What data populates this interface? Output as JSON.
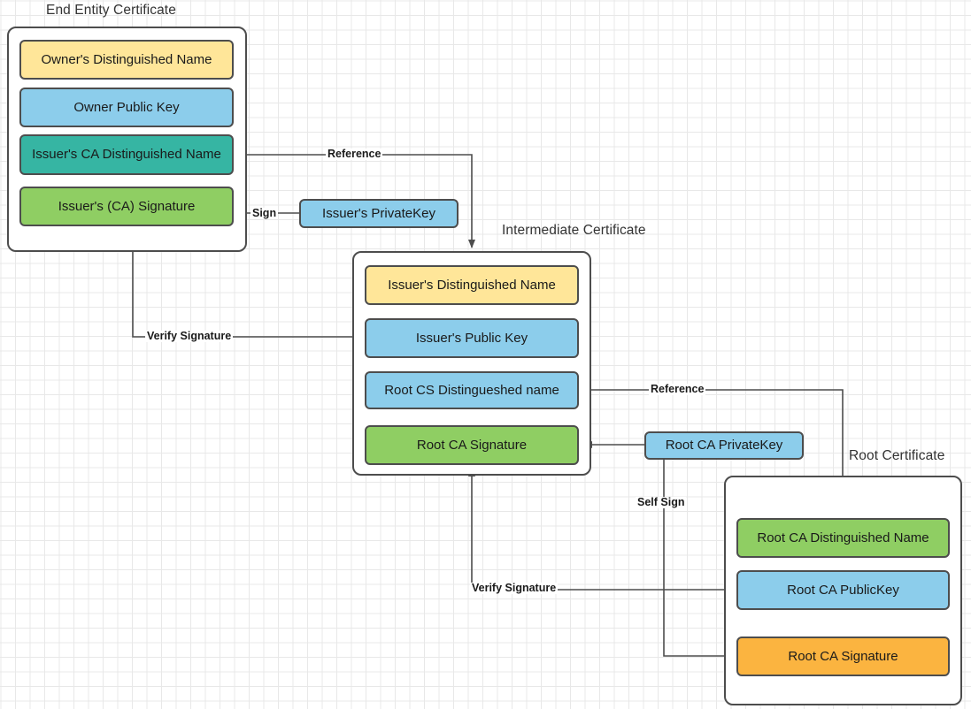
{
  "diagram": {
    "title_end_entity": "End Entity Certificate",
    "title_intermediate": "Intermediate Certificate",
    "title_root": "Root Certificate"
  },
  "colors": {
    "yellow": "#ffe699",
    "blue": "#8ccdeb",
    "teal": "#36b5a3",
    "green": "#8fce63",
    "orange": "#fbb440",
    "stroke": "#4d4d4d",
    "background": "#ffffff",
    "grid_minor": "#e8e8e8",
    "grid_major": "#d0d0d0"
  },
  "end_entity_certificate": {
    "label": "End Entity Certificate",
    "fields": [
      {
        "label": "Owner's Distinguished Name",
        "color": "#ffe699"
      },
      {
        "label": "Owner Public  Key",
        "color": "#8ccdeb"
      },
      {
        "label": "Issuer's CA Distinguished Name",
        "color": "#36b5a3"
      },
      {
        "label": "Issuer's (CA) Signature",
        "color": "#8fce63"
      }
    ]
  },
  "intermediate_certificate": {
    "label": "Intermediate Certificate",
    "fields": [
      {
        "label": "Issuer's Distinguished Name",
        "color": "#ffe699"
      },
      {
        "label": "Issuer's Public  Key",
        "color": "#8ccdeb"
      },
      {
        "label": "Root CS Distingueshed name",
        "color": "#8ccdeb"
      },
      {
        "label": "Root CA Signature",
        "color": "#8fce63"
      }
    ]
  },
  "root_certificate": {
    "label": "Root Certificate",
    "fields": [
      {
        "label": "Root CA Distinguished Name",
        "color": "#8fce63"
      },
      {
        "label": "Root CA PublicKey",
        "color": "#8ccdeb"
      },
      {
        "label": "Root CA Signature",
        "color": "#fbb440"
      }
    ]
  },
  "keys": [
    {
      "label": "Issuer's PrivateKey",
      "color": "#8ccdeb"
    },
    {
      "label": "Root CA PrivateKey",
      "color": "#8ccdeb"
    }
  ],
  "edges": [
    {
      "label": "Reference",
      "from": "Issuer's CA Distinguished Name",
      "to": "Intermediate Certificate"
    },
    {
      "label": "Sign",
      "from": "Issuer's PrivateKey",
      "to": "Issuer's (CA) Signature"
    },
    {
      "label": "Verify Signature",
      "from": "Issuer's Public  Key",
      "to": "Issuer's (CA) Signature"
    },
    {
      "label": "Reference",
      "from": "Root CS Distingueshed name",
      "to": "Root CA Distinguished Name"
    },
    {
      "label": "Self Sign",
      "from": "Root CA PrivateKey",
      "to": "Root CA Signature"
    },
    {
      "label": "Verify Signature",
      "from": "Root CA PublicKey",
      "to": "Root CA Signature"
    }
  ]
}
